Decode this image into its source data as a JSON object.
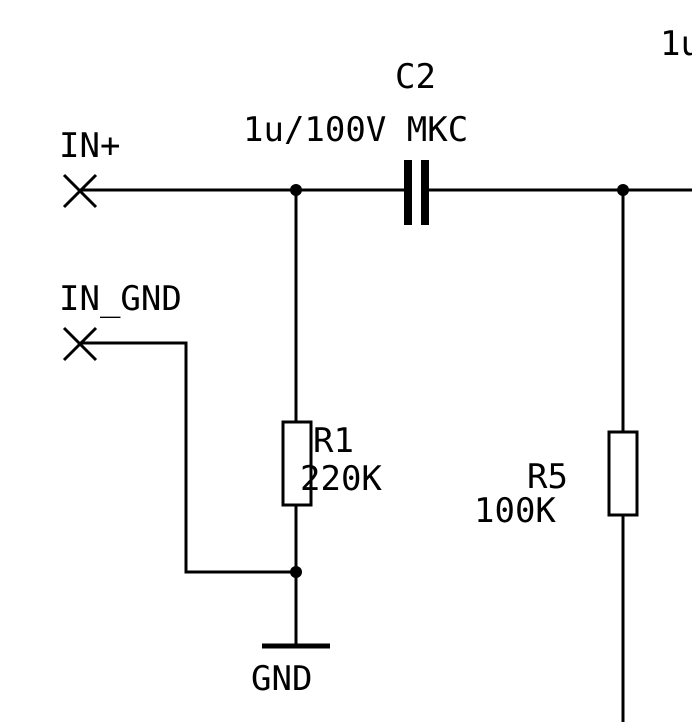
{
  "labels": {
    "in_plus": "IN+",
    "in_gnd": "IN_GND",
    "c2_ref": "C2",
    "c2_value": "1u/100V MKC",
    "r1_ref": "R1",
    "r1_value": "220K",
    "r5_ref": "R5",
    "r5_value": "100K",
    "gnd": "GND",
    "top_right_partial": "1u"
  }
}
